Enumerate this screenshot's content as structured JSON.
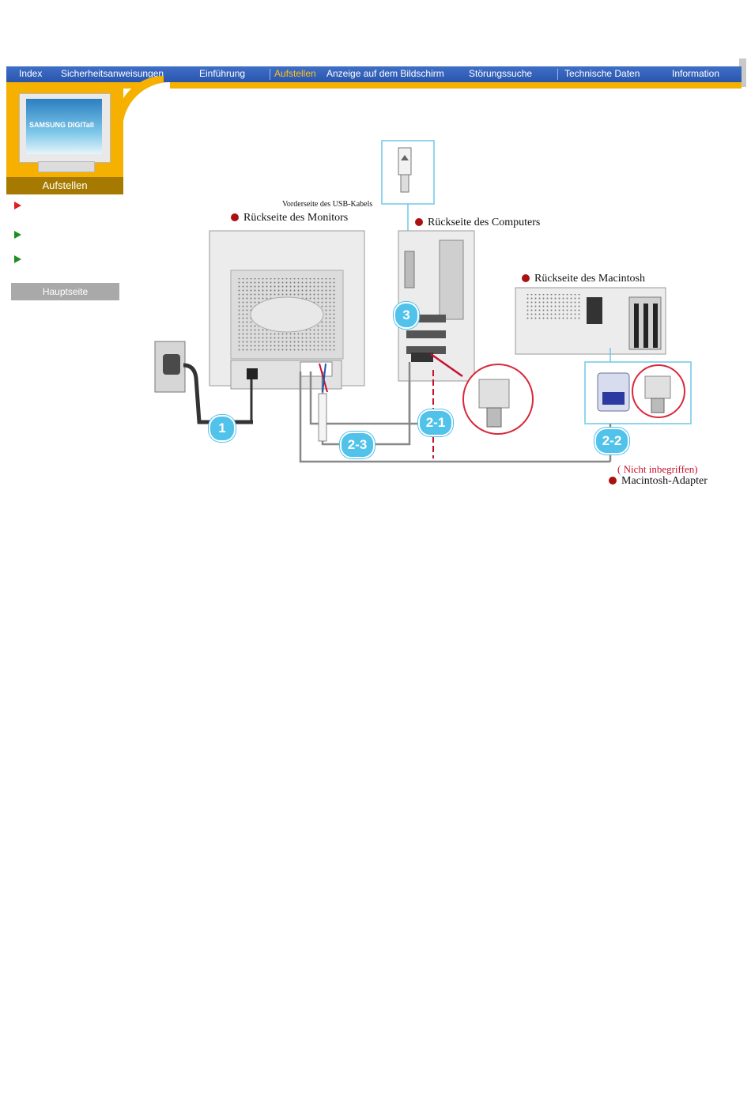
{
  "nav": {
    "items": [
      {
        "label": "Index",
        "active": false
      },
      {
        "label": "Sicherheitsanweisungen",
        "active": false
      },
      {
        "label": "Einführung",
        "active": false
      },
      {
        "label": "Aufstellen",
        "active": true
      },
      {
        "label": "Anzeige auf dem Bildschirm",
        "active": false
      },
      {
        "label": "Störungssuche",
        "active": false
      },
      {
        "label": "Technische Daten",
        "active": false
      },
      {
        "label": "Information",
        "active": false
      }
    ]
  },
  "sidebar": {
    "thumbnail_brand": "SAMSUNG DIGITall",
    "section_label": "Aufstellen",
    "home_button": "Hauptseite"
  },
  "diagram": {
    "usb_front_label": "Vorderseite des USB-Kabels",
    "monitor_back_label": "Rückseite des Monitors",
    "computer_back_label": "Rückseite des Computers",
    "macintosh_back_label": "Rückseite des Macintosh",
    "not_included": "( Nicht inbegriffen)",
    "mac_adapter_label": "Macintosh-Adapter",
    "steps": [
      "1",
      "2-1",
      "2-2",
      "2-3",
      "3"
    ]
  },
  "colors": {
    "nav_bg": "#2a55ad",
    "accent_yellow": "#f5b000",
    "active_nav": "#ffc21a",
    "badge": "#51c2ea",
    "marker_red": "#a11111"
  }
}
